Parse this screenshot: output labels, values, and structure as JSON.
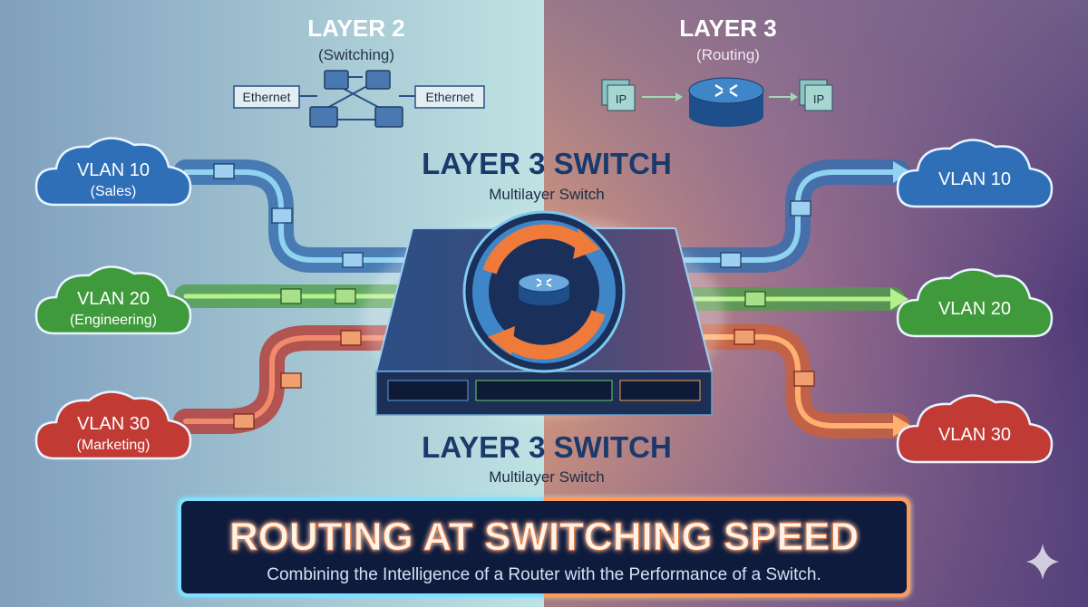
{
  "layer2": {
    "title": "LAYER 2",
    "subtitle": "(Switching)",
    "left_label": "Ethernet",
    "right_label": "Ethernet"
  },
  "layer3": {
    "title": "LAYER 3",
    "subtitle": "(Routing)",
    "left_packet": "IP",
    "right_packet": "IP"
  },
  "switch_top": {
    "title": "LAYER 3 SWITCH",
    "subtitle": "Multilayer Switch"
  },
  "switch_bottom": {
    "title": "LAYER 3 SWITCH",
    "subtitle": "Multilayer Switch"
  },
  "left_vlans": [
    {
      "name": "VLAN 10",
      "dept": "(Sales)",
      "color": "#2f6fb8"
    },
    {
      "name": "VLAN 20",
      "dept": "(Engineering)",
      "color": "#3f9a3c"
    },
    {
      "name": "VLAN 30",
      "dept": "(Marketing)",
      "color": "#c23a34"
    }
  ],
  "right_vlans": [
    {
      "name": "VLAN 10",
      "color": "#2f6fb8"
    },
    {
      "name": "VLAN 20",
      "color": "#3f9a3c"
    },
    {
      "name": "VLAN 30",
      "color": "#c23a34"
    }
  ],
  "banner": {
    "title": "ROUTING AT SWITCHING SPEED",
    "subtitle": "Combining the Intelligence of a Router with the Performance of a Switch."
  }
}
